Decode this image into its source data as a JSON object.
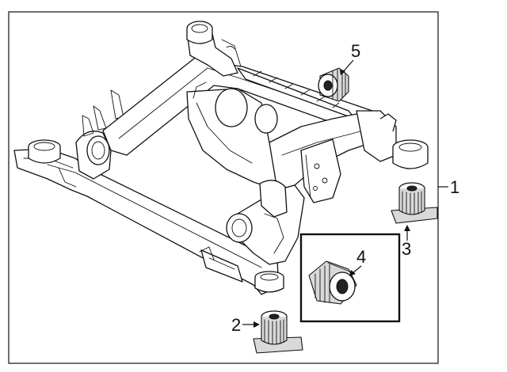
{
  "diagram": {
    "callouts": [
      {
        "id": "1",
        "label": "1"
      },
      {
        "id": "2",
        "label": "2"
      },
      {
        "id": "3",
        "label": "3"
      },
      {
        "id": "4",
        "label": "4"
      },
      {
        "id": "5",
        "label": "5"
      }
    ],
    "parts": [
      {
        "callout": "1",
        "icon": "subframe-assembly"
      },
      {
        "callout": "2",
        "icon": "bushing-front-left"
      },
      {
        "callout": "3",
        "icon": "bushing-rear-right"
      },
      {
        "callout": "4",
        "icon": "bushing-highlighted"
      },
      {
        "callout": "5",
        "icon": "bushing-small"
      }
    ]
  }
}
